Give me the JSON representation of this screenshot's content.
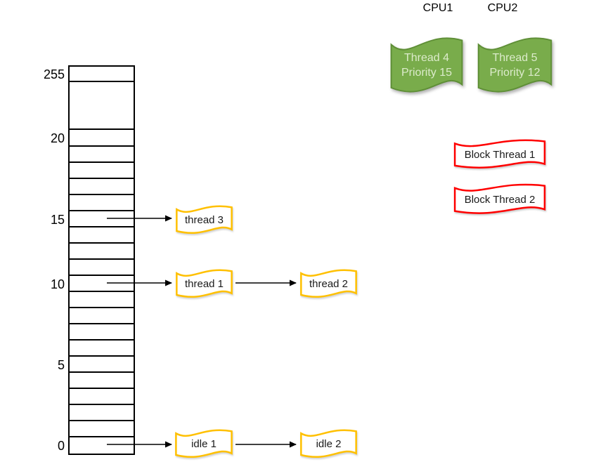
{
  "cpus": [
    {
      "label": "CPU1"
    },
    {
      "label": "CPU2"
    }
  ],
  "running_threads": [
    {
      "line1": "Thread 4",
      "line2": "Priority 15"
    },
    {
      "line1": "Thread 5",
      "line2": "Priority 12"
    }
  ],
  "blocked_threads": [
    {
      "label": "Block Thread 1"
    },
    {
      "label": "Block Thread 2"
    }
  ],
  "ready_threads": {
    "priority_15": [
      {
        "label": "thread 3"
      }
    ],
    "priority_10": [
      {
        "label": "thread 1"
      },
      {
        "label": "thread 2"
      }
    ],
    "priority_0": [
      {
        "label": "idle 1"
      },
      {
        "label": "idle 2"
      }
    ]
  },
  "priority_array": {
    "rows": [
      {
        "h": 22,
        "label": "255"
      },
      {
        "h": 68,
        "label": ""
      },
      {
        "h": 24,
        "label": "20"
      },
      {
        "h": 23,
        "label": ""
      },
      {
        "h": 23,
        "label": ""
      },
      {
        "h": 23,
        "label": ""
      },
      {
        "h": 23,
        "label": ""
      },
      {
        "h": 23,
        "label": "15"
      },
      {
        "h": 23,
        "label": ""
      },
      {
        "h": 23,
        "label": ""
      },
      {
        "h": 23,
        "label": ""
      },
      {
        "h": 23,
        "label": "10"
      },
      {
        "h": 23,
        "label": ""
      },
      {
        "h": 23,
        "label": ""
      },
      {
        "h": 23,
        "label": ""
      },
      {
        "h": 23,
        "label": ""
      },
      {
        "h": 23,
        "label": "5"
      },
      {
        "h": 23,
        "label": ""
      },
      {
        "h": 23,
        "label": ""
      },
      {
        "h": 23,
        "label": ""
      },
      {
        "h": 23,
        "label": ""
      },
      {
        "h": 23,
        "label": "0"
      }
    ]
  },
  "colors": {
    "ready_outline": "#FFC000",
    "running_fill": "#79AC4B",
    "running_outline": "#5F8F37",
    "running_text": "#DCEBCB",
    "blocked_outline": "#FF0000",
    "line": "#000000"
  }
}
